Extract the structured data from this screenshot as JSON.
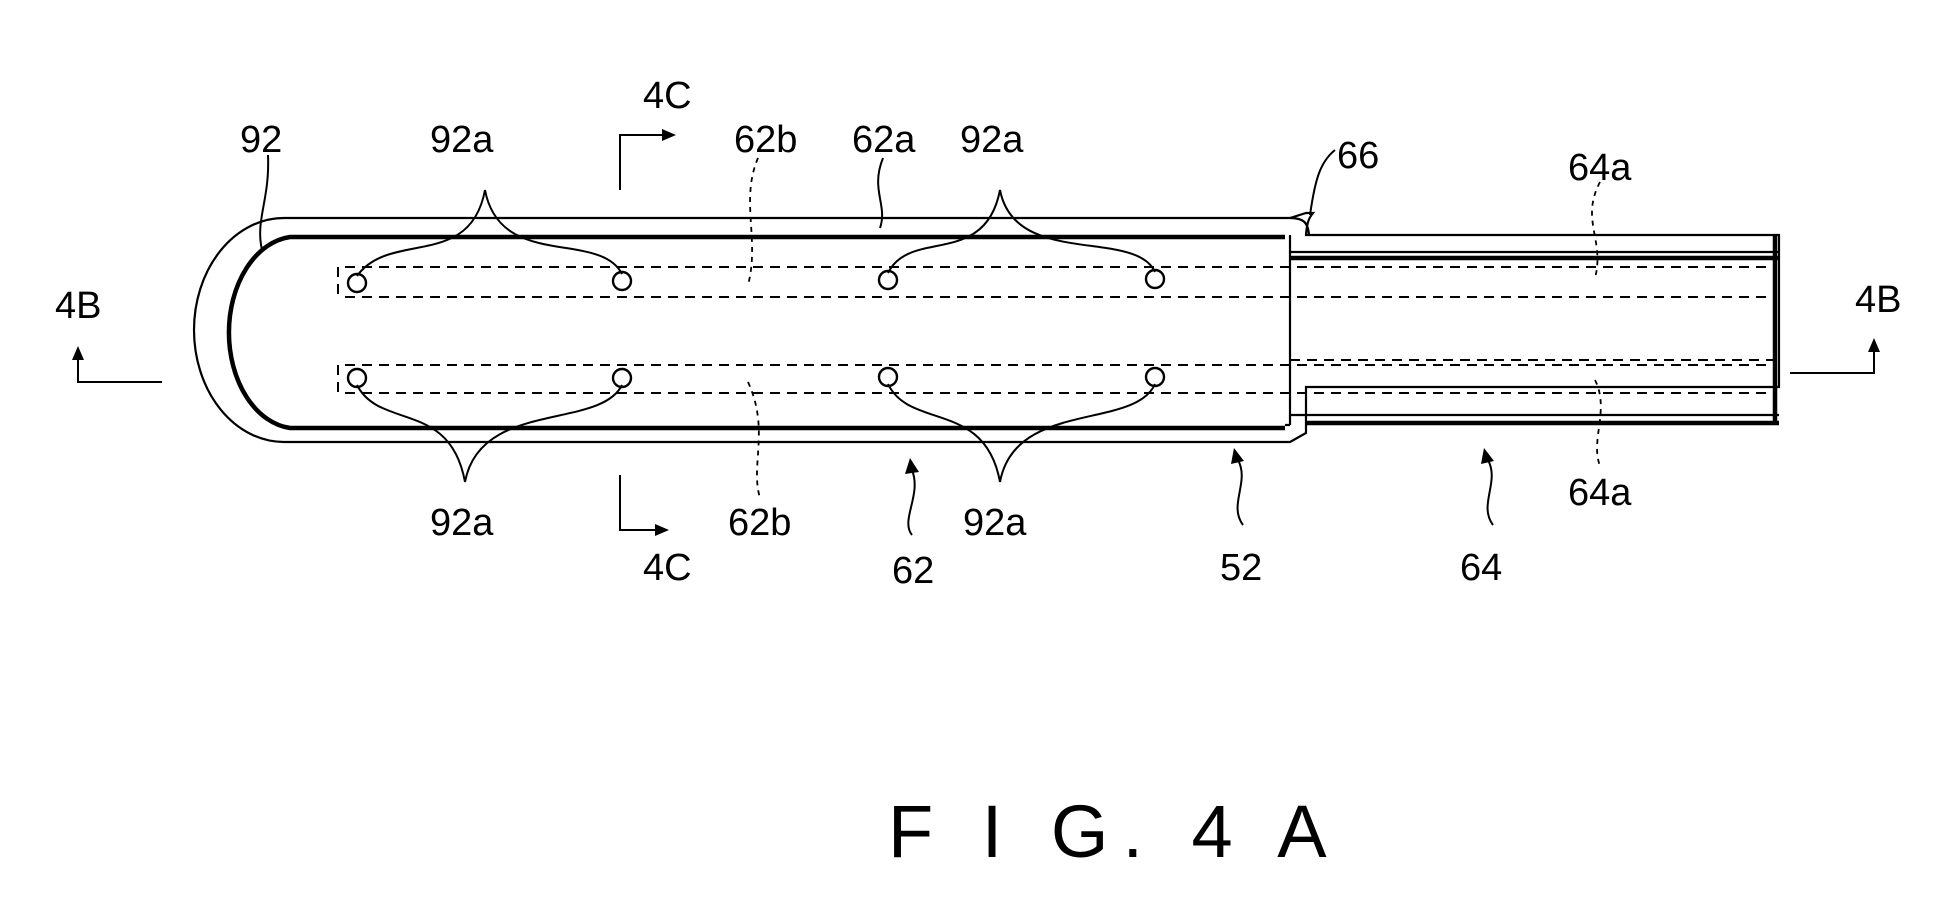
{
  "figure": {
    "caption": "F I G. 4 A",
    "labels": {
      "l92": "92",
      "l92a_tl": "92a",
      "l92a_tr": "92a",
      "l92a_bl": "92a",
      "l92a_br": "92a",
      "l4c_top": "4C",
      "l4c_bot": "4C",
      "l62b_top": "62b",
      "l62b_bot": "62b",
      "l62a": "62a",
      "l66": "66",
      "l64a_top": "64a",
      "l64a_bot": "64a",
      "l4b_left": "4B",
      "l4b_right": "4B",
      "l62": "62",
      "l52": "52",
      "l64": "64"
    }
  }
}
